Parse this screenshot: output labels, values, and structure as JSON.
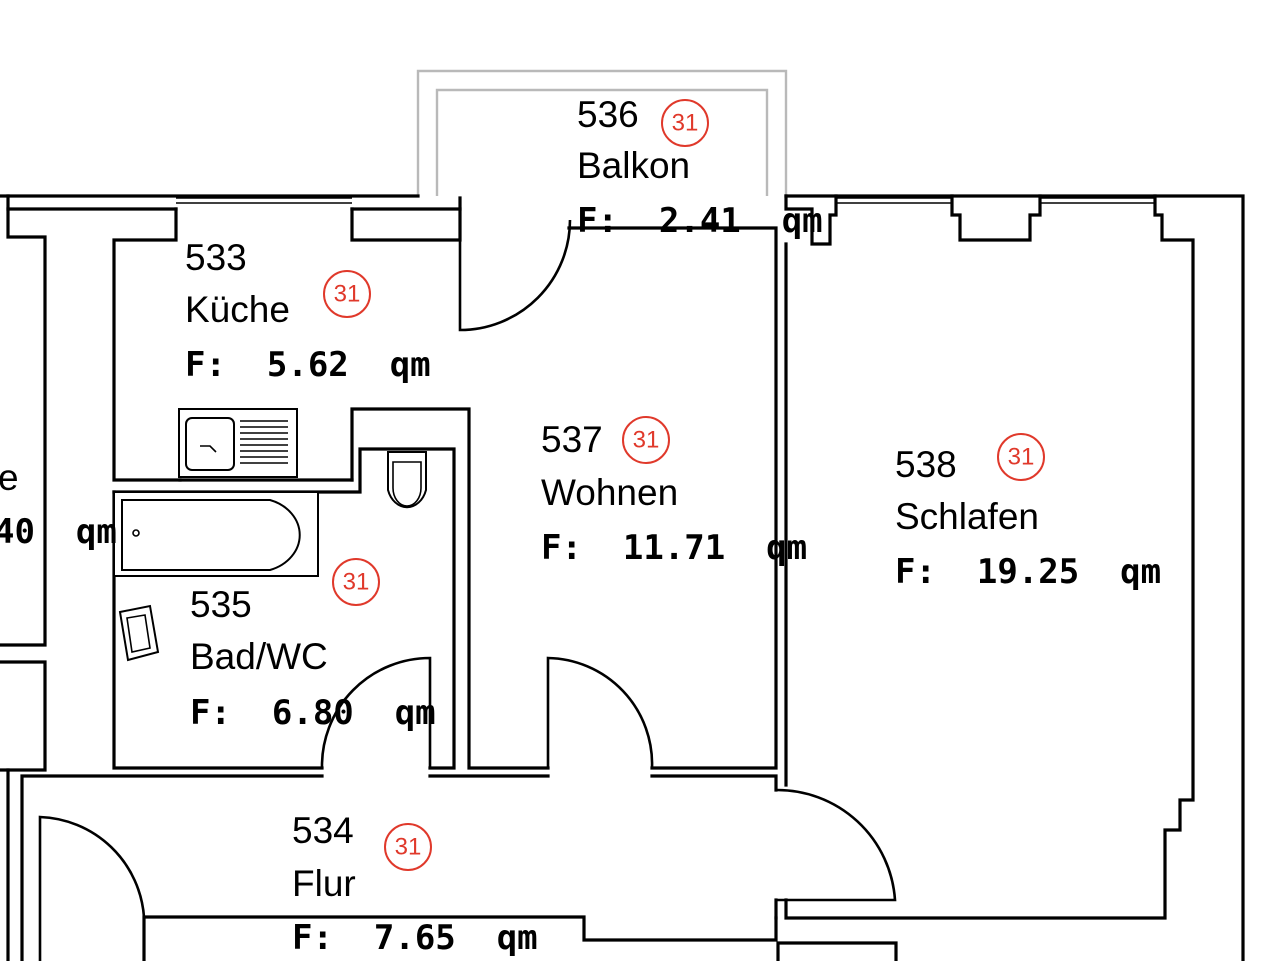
{
  "plan": {
    "badge_color": "#e0392b",
    "rooms": [
      {
        "id": "533",
        "name": "Küche",
        "area": "F:  5.62  qm",
        "badge": "31"
      },
      {
        "id": "534",
        "name": "Flur",
        "area": "F:  7.65  qm",
        "badge": "31"
      },
      {
        "id": "535",
        "name": "Bad/WC",
        "area": "F:  6.80  qm",
        "badge": "31"
      },
      {
        "id": "536",
        "name": "Balkon",
        "area": "F:  2.41  qm",
        "badge": "31"
      },
      {
        "id": "537",
        "name": "Wohnen",
        "area": "F:  11.71  qm",
        "badge": "31"
      },
      {
        "id": "538",
        "name": "Schlafen",
        "area": "F:  19.25  qm",
        "badge": "31"
      }
    ],
    "cutoff_room": {
      "name_fragment": "e",
      "area_fragment": "40  qm"
    }
  }
}
